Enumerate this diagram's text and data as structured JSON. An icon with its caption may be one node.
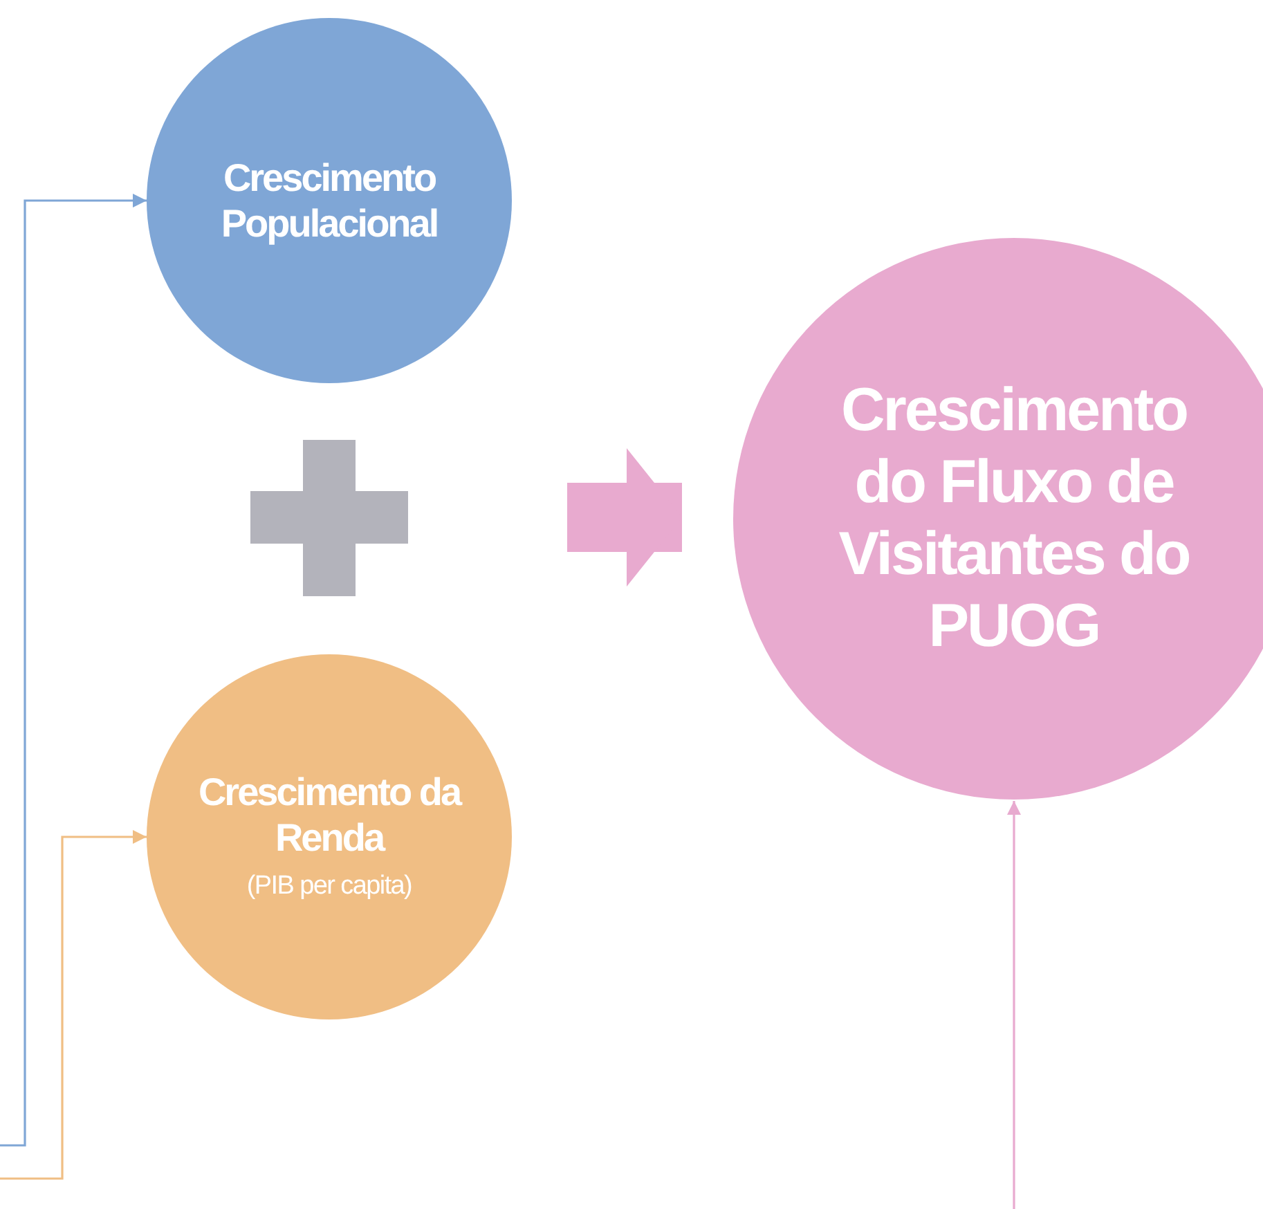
{
  "diagram": {
    "nodes": [
      {
        "text": [
          "Crescimento Populacional"
        ]
      },
      {
        "text": [
          "Crescimento da Renda",
          "(PIB per capita)"
        ]
      },
      {
        "text": [
          "Crescimento do Fluxo de Visitantes do PUOG"
        ]
      }
    ],
    "edges": [
      {
        "from": null,
        "to": 0,
        "arrow": "to",
        "color": "#7fa6d6"
      },
      {
        "from": null,
        "to": 1,
        "arrow": "to",
        "color": "#f0be84"
      },
      {
        "from": null,
        "to": 2,
        "arrow": "to",
        "style": "thick",
        "color": "#e8aacf"
      },
      {
        "from": null,
        "to": 2,
        "arrow": "to",
        "color": "#e8aacf"
      }
    ]
  }
}
